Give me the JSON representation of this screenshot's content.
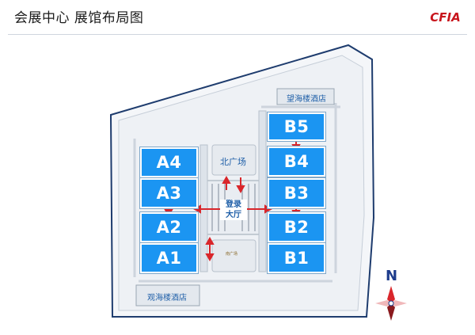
{
  "header": {
    "title": "会展中心 展馆布局图",
    "logo_text": "CFIA"
  },
  "halls": {
    "a1": "A1",
    "a2": "A2",
    "a3": "A3",
    "a4": "A4",
    "b1": "B1",
    "b2": "B2",
    "b3": "B3",
    "b4": "B4",
    "b5": "B5"
  },
  "labels": {
    "north_plaza": "北广场",
    "hotel_north": "望海楼酒店",
    "hotel_south": "观海楼酒店",
    "lobby_line1": "登录",
    "lobby_line2": "大厅",
    "south_plaza": "南广场"
  },
  "compass": {
    "letter": "N"
  },
  "colors": {
    "hall": "#1b95f2",
    "arrow": "#d9262b",
    "road": "#1e3c6e",
    "text": "#1f5fa8"
  }
}
